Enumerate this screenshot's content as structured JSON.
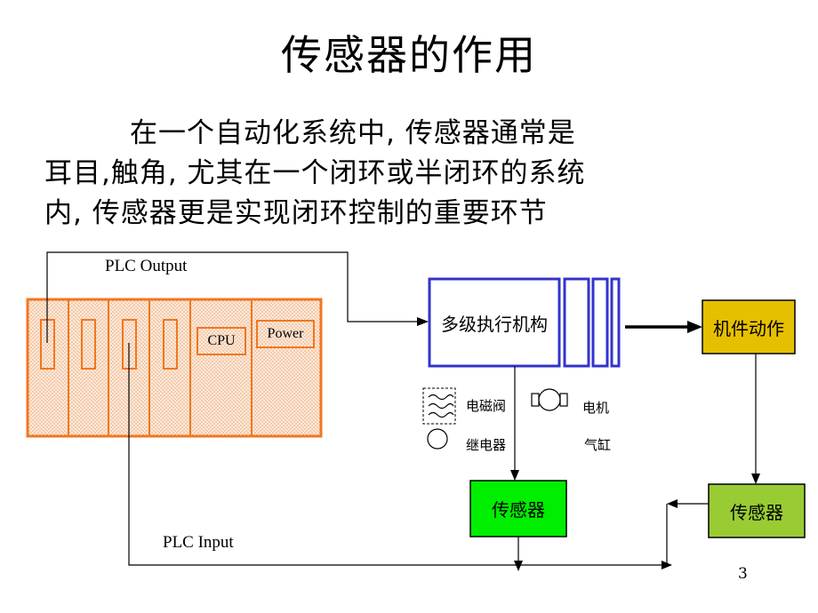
{
  "title": "传感器的作用",
  "paragraph": {
    "line1": "在一个自动化系统中, 传感器通常是",
    "line2": "耳目,触角, 尤其在一个闭环或半闭环的系统",
    "line3": "内, 传感器更是实现闭环控制的重要环节"
  },
  "diagram": {
    "plc_output_label": "PLC Output",
    "plc_input_label": "PLC Input",
    "cpu_label": "CPU",
    "power_label": "Power",
    "actuator_label": "多级执行机构",
    "action_label": "机件动作",
    "sensor1_label": "传感器",
    "sensor2_label": "传感器",
    "components": {
      "solenoid": "电磁阀",
      "motor": "电机",
      "relay": "继电器",
      "cylinder": "气缸"
    },
    "colors": {
      "plc_border": "#F07820",
      "plc_fill": "#FBE3D0",
      "actuator_border": "#3333CC",
      "action_fill": "#E6C000",
      "sensor1_fill": "#00EE00",
      "sensor2_fill": "#99CC33"
    }
  },
  "page_number": "3"
}
